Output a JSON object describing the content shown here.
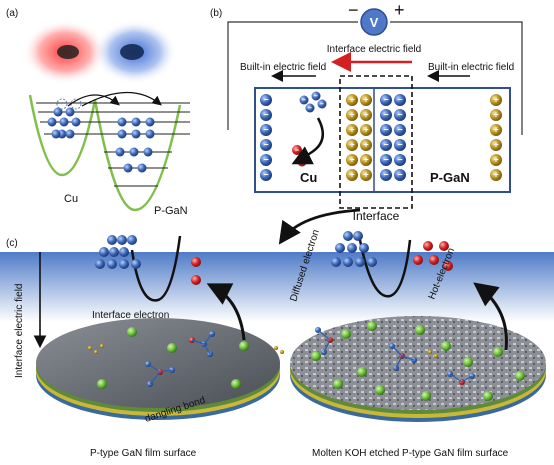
{
  "panels": {
    "a": "(a)",
    "b": "(b)",
    "c": "(c)"
  },
  "panel_a": {
    "cu_label": "Cu",
    "pgan_label": "P-GaN"
  },
  "panel_b": {
    "voltmeter": "V",
    "minus": "−",
    "plus": "+",
    "interface_field": "Interface electric field",
    "builtin_left": "Built-in electric field",
    "builtin_right": "Built-in electric field",
    "cu_label": "Cu",
    "pgan_label": "P-GaN",
    "interface_label": "Interface",
    "electron_sign": "−",
    "hole_sign": "+"
  },
  "panel_c": {
    "interface_field_label": "Interface electric field",
    "diffused_electron": "Diffused electron",
    "hot_electron": "Hot-electron",
    "interface_electron": "Interface electron",
    "dangling_bond": "dangling bond",
    "caption_left": "P-type GaN film surface",
    "caption_right": "Molten KOH etched P-type GaN film surface"
  },
  "colors": {
    "electron": "#3a67b8",
    "hole": "#b8921e",
    "hot": "#d42020",
    "box_border": "#2f4f8f",
    "curve_green": "#7fbf4a",
    "sky_blue": "#5b86cc"
  }
}
